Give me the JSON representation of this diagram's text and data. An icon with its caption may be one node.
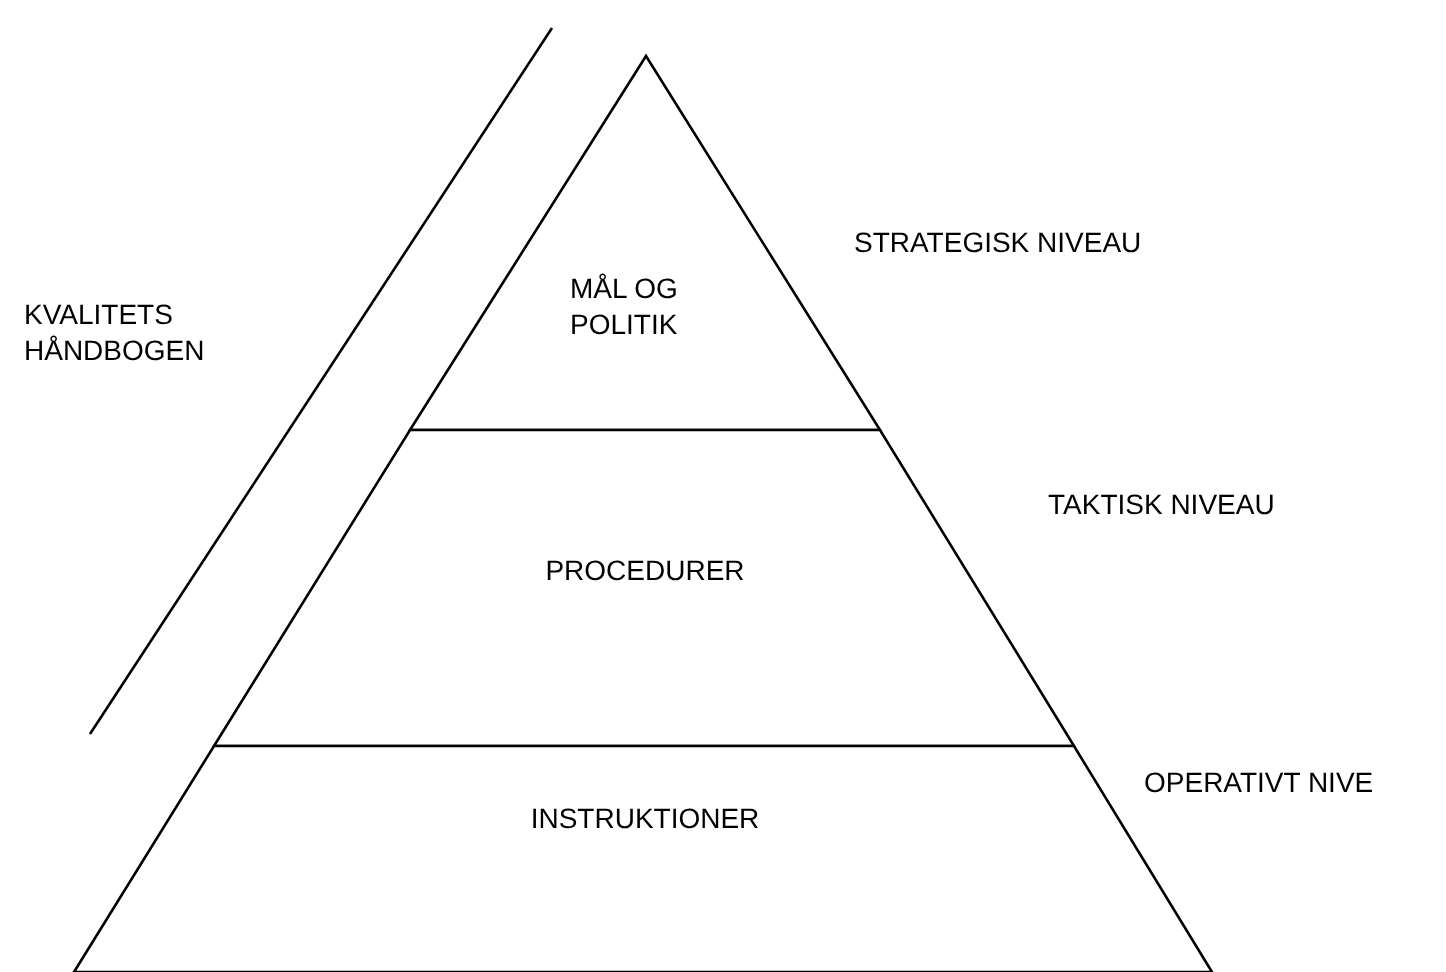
{
  "diagram": {
    "nodes": [
      {
        "text": [
          "MÅL OG POLITIK"
        ]
      },
      {
        "text": [
          "PROCEDURER"
        ]
      },
      {
        "text": [
          "INSTRUKTIONER"
        ]
      },
      {
        "text": [
          "KVALITETS HÅNDBOGEN"
        ]
      }
    ],
    "labels": [
      "STRATEGISK NIVEAU",
      "TAKTISK NIVEAU",
      "OPERATIVT NIVE"
    ]
  }
}
